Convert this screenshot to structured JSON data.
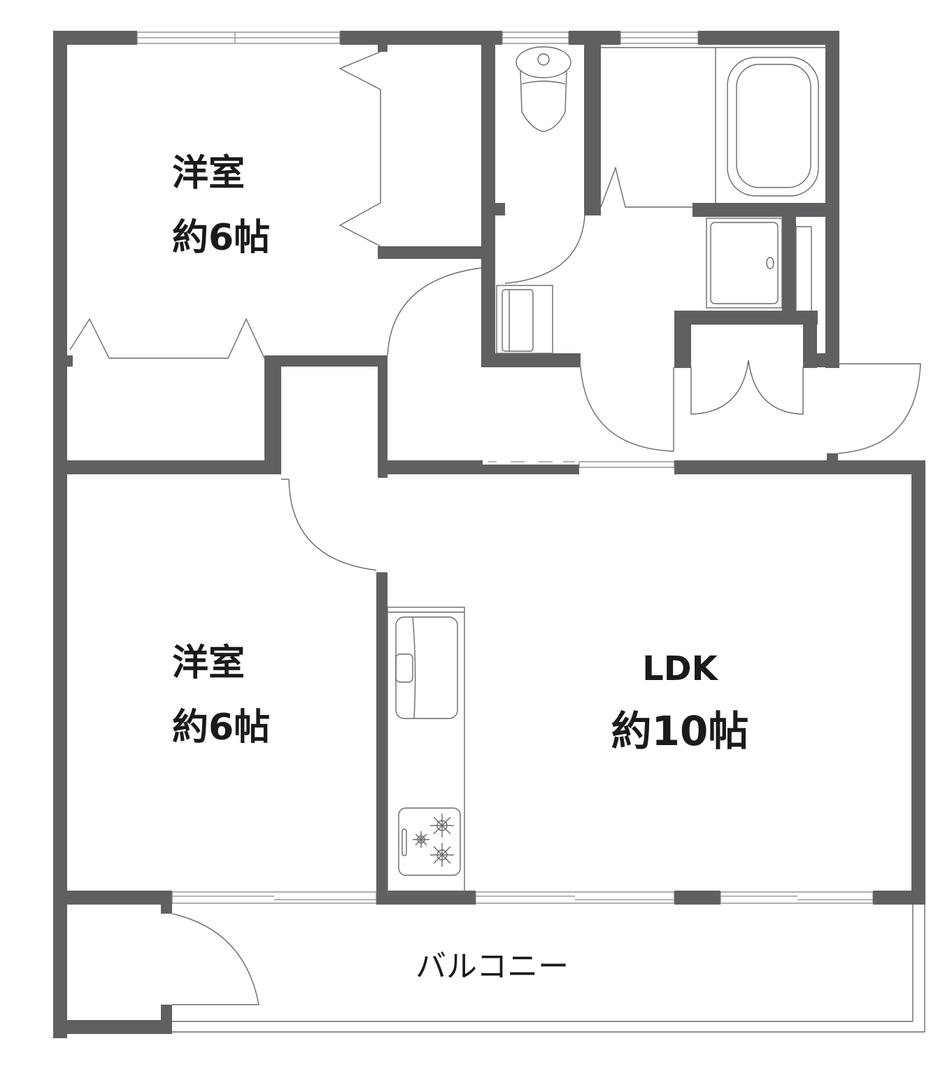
{
  "floorplan": {
    "colors": {
      "wall": "#5f6062",
      "line": "#6a6a6a",
      "background": "#ffffff"
    },
    "rooms": [
      {
        "id": "western-room-north",
        "name": "洋室",
        "size": "約6帖"
      },
      {
        "id": "western-room-south",
        "name": "洋室",
        "size": "約6帖"
      },
      {
        "id": "ldk",
        "name": "LDK",
        "size": "約10帖"
      }
    ],
    "balcony": {
      "label": "バルコニー"
    },
    "fixtures": [
      "toilet-icon",
      "bathtub-icon",
      "washing-machine-pan-icon",
      "sink-icon",
      "gas-stove-icon",
      "shoe-cabinet-icon"
    ]
  }
}
